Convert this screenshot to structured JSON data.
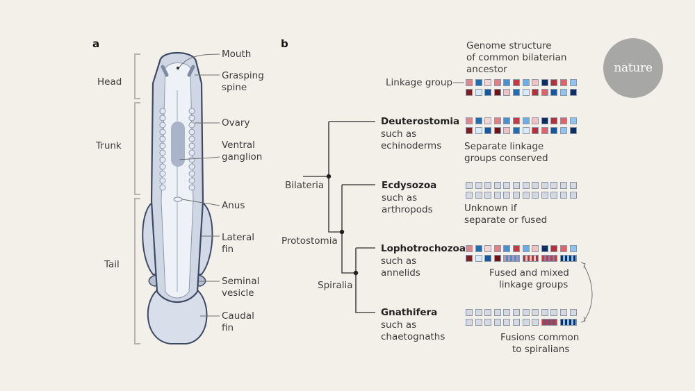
{
  "panel_a": {
    "label": "a",
    "regions": [
      "Head",
      "Trunk",
      "Tail"
    ],
    "annotations": [
      "Mouth",
      "Grasping\nspine",
      "Ovary",
      "Ventral\nganglion",
      "Anus",
      "Lateral\nfin",
      "Seminal\nvesicle",
      "Caudal\nfin"
    ]
  },
  "panel_b": {
    "label": "b",
    "header": {
      "title_lines": [
        "Genome structure",
        "of common bilaterian",
        "ancestor"
      ],
      "linkage_label": "Linkage group"
    },
    "nodes": {
      "bilateria": "Bilateria",
      "protostomia": "Protostomia",
      "spiralia": "Spiralia"
    },
    "taxa": [
      {
        "name": "Deuterostomia",
        "line1": "such as",
        "line2": "echinoderms",
        "caption": [
          "Separate linkage",
          "groups conserved"
        ]
      },
      {
        "name": "Ecdysozoa",
        "line1": "such as",
        "line2": "arthropods",
        "caption": [
          "Unknown if",
          "separate or fused"
        ]
      },
      {
        "name": "Lophotrochozoa",
        "line1": "such as",
        "line2": "annelids",
        "caption": [
          "Fused and mixed",
          "linkage groups"
        ]
      },
      {
        "name": "Gnathifera",
        "line1": "such as",
        "line2": "chaetognaths",
        "caption": [
          "Fusions common",
          "to spiralians"
        ]
      }
    ],
    "colors": {
      "pink": "#e0878e",
      "blue": "#1f6db3",
      "palepink": "#f6d3d3",
      "rose": "#df7f86",
      "mid": "#4a8fcf",
      "red": "#c8393f",
      "sky": "#6aaee6",
      "blush": "#f1c2c2",
      "navy": "#0c2f63",
      "crimson": "#b3323a",
      "coral": "#e0626a",
      "lightsky": "#8fc4ef",
      "maroon": "#7f1d22",
      "ice": "#d8ebfa",
      "royal": "#13579f",
      "darkred": "#6e1418",
      "grey": "#d4d8e0"
    },
    "genome_rows": {
      "ancestor_top": [
        "pink",
        "blue",
        "palepink",
        "rose",
        "mid",
        "red",
        "sky",
        "blush",
        "navy",
        "crimson",
        "coral",
        "lightsky"
      ],
      "ancestor_bottom": [
        "maroon",
        "ice",
        "royal",
        "darkred",
        "blush",
        "blue",
        "ice",
        "crimson",
        "coral",
        "royal",
        "lightsky",
        "navy"
      ],
      "fused_bottom_prefix": [
        "maroon",
        "ice",
        "royal",
        "darkred"
      ],
      "fused_blocks": [
        "pink-blue stripes",
        "red-pink stripes",
        "red-blue stripes",
        "navy-sky stripes"
      ],
      "gnathifera_fused_blocks": [
        "red-blue stripes",
        "navy-sky stripes"
      ]
    }
  },
  "brand": {
    "logo_text": "nature"
  }
}
